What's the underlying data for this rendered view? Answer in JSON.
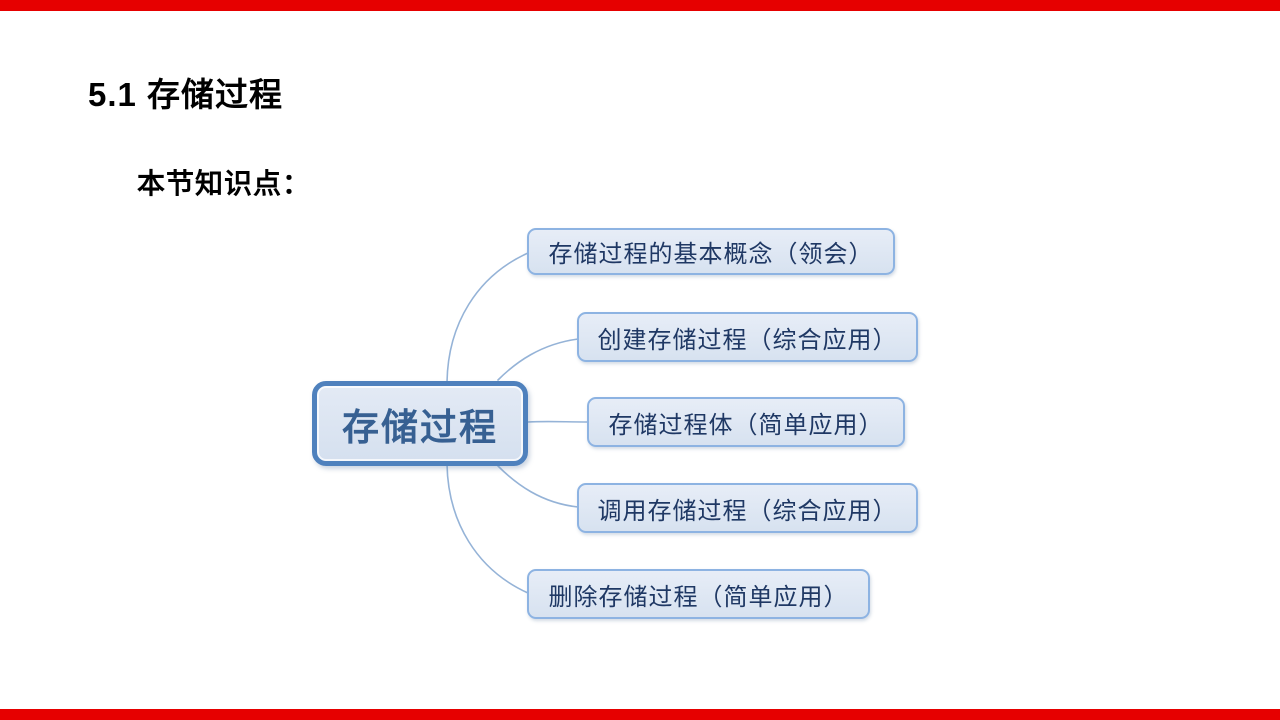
{
  "slide": {
    "title": "5.1 存储过程",
    "subtitle": "本节知识点：",
    "background_color": "#ffffff",
    "accent_bar_color": "#e60000"
  },
  "mindmap": {
    "root": {
      "label": "存储过程"
    },
    "branches": [
      {
        "label": "存储过程的基本概念（领会）"
      },
      {
        "label": "创建存储过程（综合应用）"
      },
      {
        "label": "存储过程体（简单应用）"
      },
      {
        "label": "调用存储过程（综合应用）"
      },
      {
        "label": "删除存储过程（简单应用）"
      }
    ],
    "style": {
      "node_fill": "#dce6f1",
      "root_border_color": "#4f81bd",
      "branch_border_color": "#8db3e2",
      "root_text_color": "#376092",
      "branch_text_color": "#1f3864",
      "connector_color": "#95b3d7"
    }
  }
}
